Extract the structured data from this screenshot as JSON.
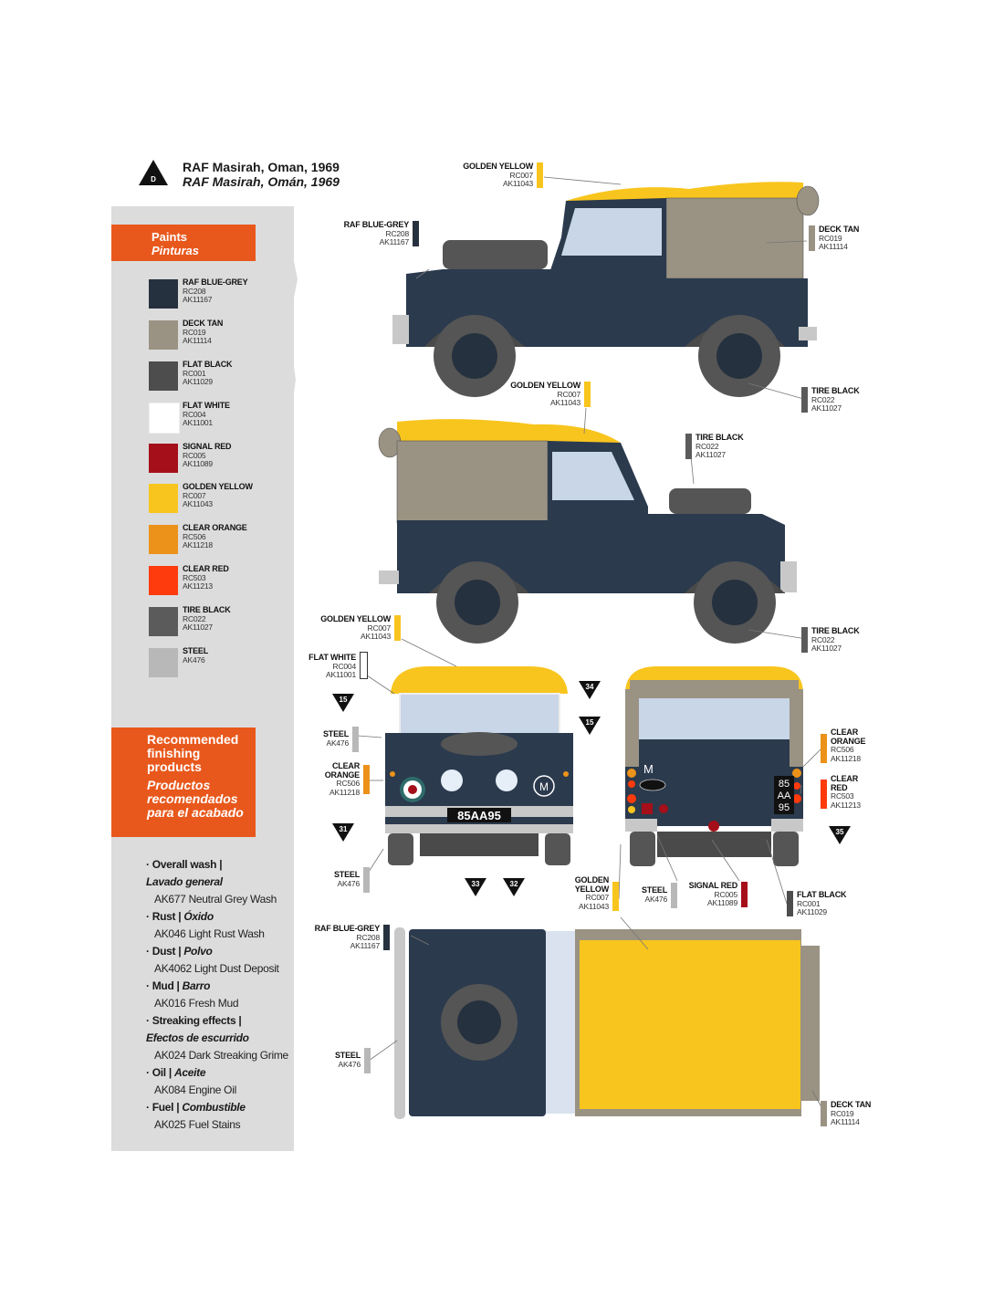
{
  "scheme": {
    "marker": "D",
    "title_en": "RAF Masirah, Oman, 1969",
    "title_es": "RAF Masirah, Omán, 1969"
  },
  "paints_header": {
    "en": "Paints",
    "es": "Pinturas"
  },
  "paints": [
    {
      "name": "RAF BLUE-GREY",
      "code1": "RC208",
      "code2": "AK11167",
      "color": "#26313f"
    },
    {
      "name": "DECK TAN",
      "code1": "RC019",
      "code2": "AK11114",
      "color": "#9a9283"
    },
    {
      "name": "FLAT BLACK",
      "code1": "RC001",
      "code2": "AK11029",
      "color": "#4d4d4d"
    },
    {
      "name": "FLAT WHITE",
      "code1": "RC004",
      "code2": "AK11001",
      "color": "#ffffff"
    },
    {
      "name": "SIGNAL RED",
      "code1": "RC005",
      "code2": "AK11089",
      "color": "#a50f19"
    },
    {
      "name": "GOLDEN YELLOW",
      "code1": "RC007",
      "code2": "AK11043",
      "color": "#f8c51e"
    },
    {
      "name": "CLEAR ORANGE",
      "code1": "RC506",
      "code2": "AK11218",
      "color": "#ec921a"
    },
    {
      "name": "CLEAR RED",
      "code1": "RC503",
      "code2": "AK11213",
      "color": "#fe3b0d"
    },
    {
      "name": "TIRE BLACK",
      "code1": "RC022",
      "code2": "AK11027",
      "color": "#5b5b5b"
    },
    {
      "name": "STEEL",
      "code1": "AK476",
      "code2": "",
      "color": "#b8b8b8"
    }
  ],
  "finishing_header": {
    "en_lines": [
      "Recommended",
      "finishing",
      "products"
    ],
    "es_lines": [
      "Productos",
      "recomendados",
      "para el acabado"
    ]
  },
  "finishing": [
    {
      "en": "Overall wash |",
      "es": "Lavado general",
      "product": "AK677 Neutral Grey Wash",
      "split": true
    },
    {
      "en": "Rust |",
      "es": "Óxido",
      "product": "AK046 Light Rust Wash",
      "split": false
    },
    {
      "en": "Dust |",
      "es": "Polvo",
      "product": "AK4062 Light Dust Deposit",
      "split": false
    },
    {
      "en": "Mud |",
      "es": "Barro",
      "product": "AK016 Fresh Mud",
      "split": false
    },
    {
      "en": "Streaking effects |",
      "es": "Efectos de escurrido",
      "product": "AK024 Dark Streaking Grime",
      "split": true
    },
    {
      "en": "Oil |",
      "es": "Aceite",
      "product": "AK084 Engine Oil",
      "split": false
    },
    {
      "en": "Fuel |",
      "es": "Combustible",
      "product": "AK025 Fuel Stains",
      "split": false
    }
  ],
  "colors": {
    "orange_header": "#e8581c",
    "sidebar_bg": "#dcdcdc",
    "body_blue": "#2b3a4d",
    "canvas_tan": "#9a9283",
    "yellow": "#f8c51e",
    "tire": "#555555",
    "glass": "#c9d6e8",
    "steel": "#c8c8c8"
  },
  "callouts": {
    "left_yellow": {
      "name": "GOLDEN YELLOW",
      "c1": "RC007",
      "c2": "AK11043"
    },
    "left_bluegrey": {
      "name": "RAF BLUE-GREY",
      "c1": "RC208",
      "c2": "AK11167"
    },
    "left_decktan": {
      "name": "DECK TAN",
      "c1": "RC019",
      "c2": "AK11114"
    },
    "left_tire": {
      "name": "TIRE BLACK",
      "c1": "RC022",
      "c2": "AK11027"
    },
    "right_yellow": {
      "name": "GOLDEN YELLOW",
      "c1": "RC007",
      "c2": "AK11043"
    },
    "right_tire_top": {
      "name": "TIRE BLACK",
      "c1": "RC022",
      "c2": "AK11027"
    },
    "right_tire_bottom": {
      "name": "TIRE BLACK",
      "c1": "RC022",
      "c2": "AK11027"
    },
    "front_yellow": {
      "name": "GOLDEN YELLOW",
      "c1": "RC007",
      "c2": "AK11043"
    },
    "front_white": {
      "name": "FLAT WHITE",
      "c1": "RC004",
      "c2": "AK11001"
    },
    "front_steel_top": {
      "name": "STEEL",
      "c1": "AK476"
    },
    "front_orange": {
      "name1": "CLEAR",
      "name2": "ORANGE",
      "c1": "RC506",
      "c2": "AK11218"
    },
    "front_steel_bottom": {
      "name": "STEEL",
      "c1": "AK476"
    },
    "rear_orange": {
      "name1": "CLEAR",
      "name2": "ORANGE",
      "c1": "RC506",
      "c2": "AK11218"
    },
    "rear_red": {
      "name1": "CLEAR",
      "name2": "RED",
      "c1": "RC503",
      "c2": "AK11213"
    },
    "rear_yellow": {
      "name1": "GOLDEN",
      "name2": "YELLOW",
      "c1": "RC007",
      "c2": "AK11043"
    },
    "rear_steel": {
      "name": "STEEL",
      "c1": "AK476"
    },
    "rear_signal_red": {
      "name": "SIGNAL RED",
      "c1": "RC005",
      "c2": "AK11089"
    },
    "rear_flat_black": {
      "name": "FLAT BLACK",
      "c1": "RC001",
      "c2": "AK11029"
    },
    "top_bluegrey": {
      "name": "RAF BLUE-GREY",
      "c1": "RC208",
      "c2": "AK11167"
    },
    "top_steel": {
      "name": "STEEL",
      "c1": "AK476"
    },
    "top_decktan": {
      "name": "DECK TAN",
      "c1": "RC019",
      "c2": "AK11114"
    }
  },
  "decal_numbers": [
    "15",
    "31",
    "33",
    "32",
    "34",
    "15",
    "35"
  ],
  "plates": {
    "front": "85AA95",
    "rear_lines": [
      "85",
      "AA",
      "95"
    ]
  },
  "markings": {
    "m_letter": "M"
  }
}
